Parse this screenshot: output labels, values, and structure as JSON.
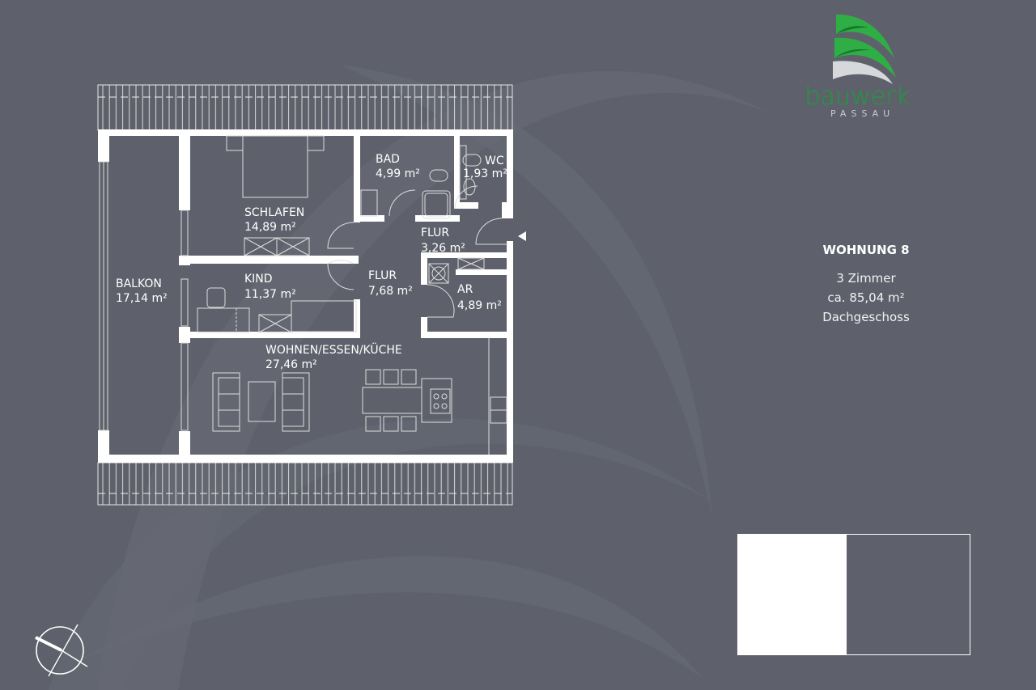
{
  "brand": {
    "name": "bauwerk",
    "sub": "PASSAU",
    "colors": {
      "green_light": "#3dbb4e",
      "green_dark": "#137a2c",
      "silver": "#d6d8dc"
    }
  },
  "apartment": {
    "title": "WOHNUNG 8",
    "rooms_count": "3 Zimmer",
    "area": "ca. 85,04 m²",
    "floor": "Dachgeschoss"
  },
  "rooms": [
    {
      "name": "BALKON",
      "area": "17,14 m²"
    },
    {
      "name": "SCHLAFEN",
      "area": "14,89 m²"
    },
    {
      "name": "KIND",
      "area": "11,37 m²"
    },
    {
      "name": "BAD",
      "area": "4,99 m²"
    },
    {
      "name": "WC",
      "area": "1,93 m²"
    },
    {
      "name": "FLUR",
      "area": "3,26 m²"
    },
    {
      "name": "FLUR",
      "area": "7,68 m²"
    },
    {
      "name": "AR",
      "area": "4,89 m²"
    },
    {
      "name": "WOHNEN/ESSEN/KÜCHE",
      "area": "27,46 m²"
    }
  ],
  "colors": {
    "background": "#5e616b",
    "wall": "#ffffff"
  },
  "icons": {
    "compass": "compass-north-arrow-icon",
    "entrance": "entrance-triangle-icon"
  }
}
